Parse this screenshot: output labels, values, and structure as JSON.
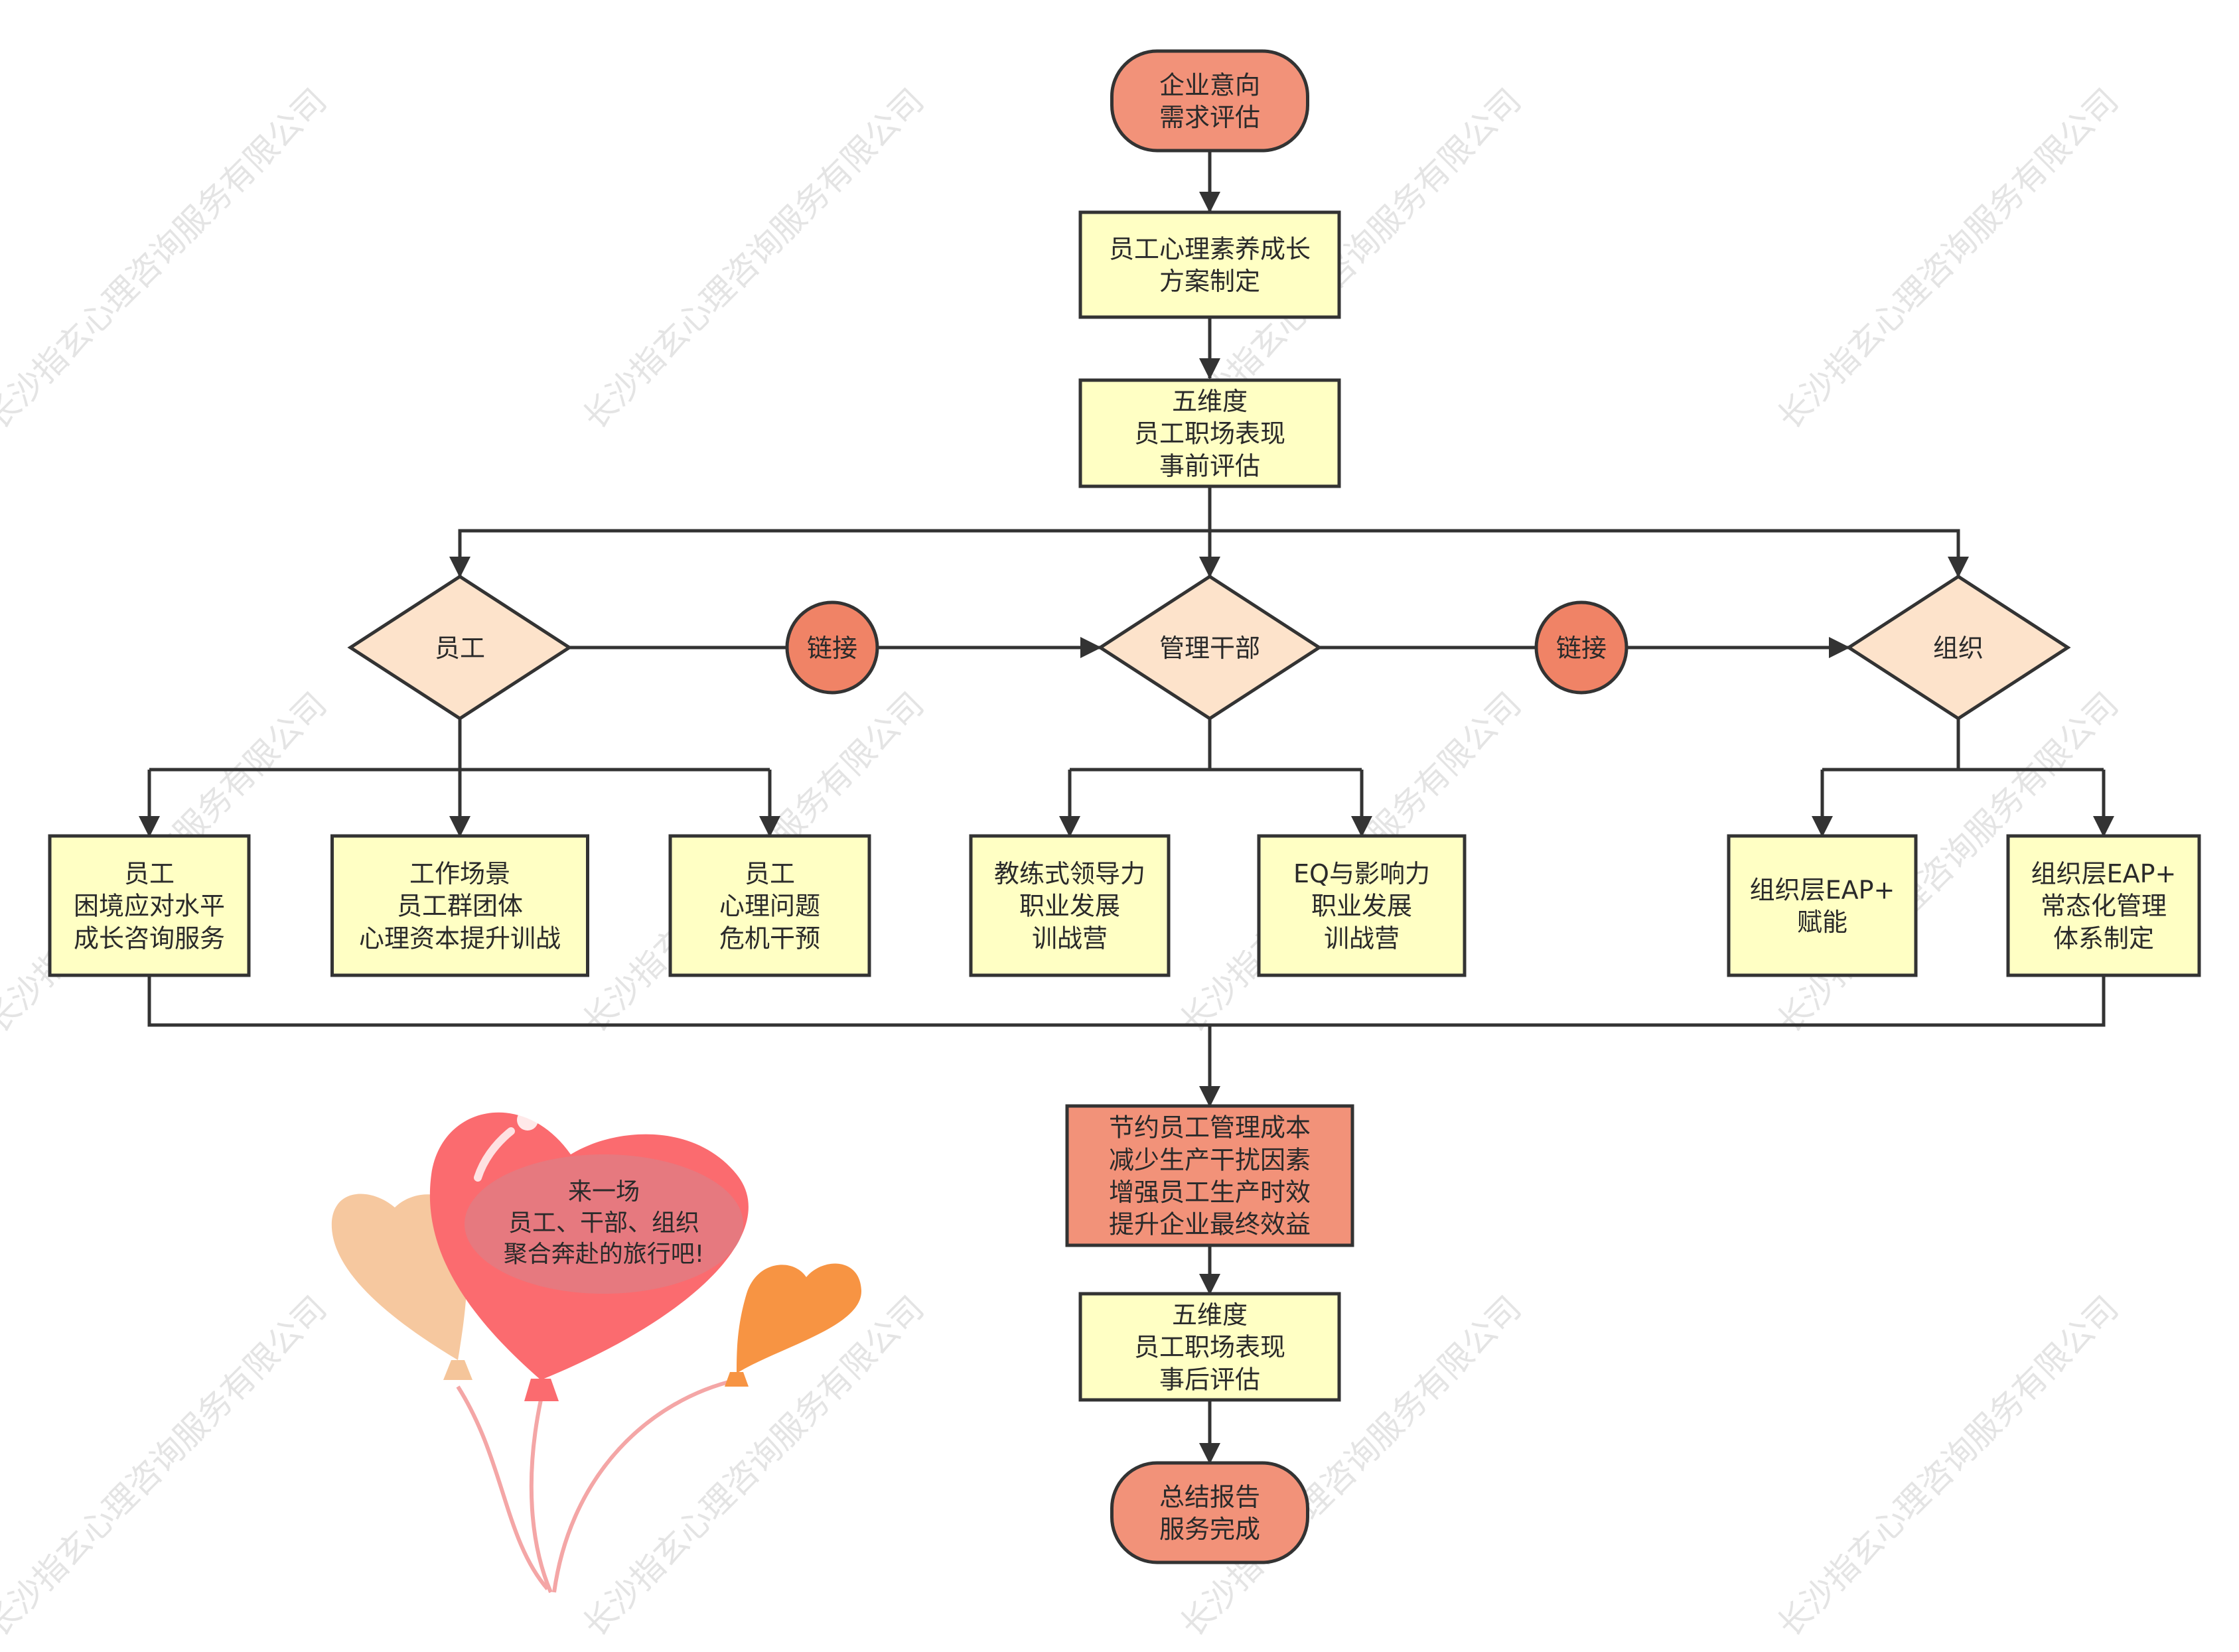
{
  "flow": {
    "start": [
      "企业意向",
      "需求评估"
    ],
    "plan": [
      "员工心理素养成长",
      "方案制定"
    ],
    "pre_eval": [
      "五维度",
      "员工职场表现",
      "事前评估"
    ],
    "branches": {
      "employee": "员工",
      "manager": "管理干部",
      "organization": "组织"
    },
    "link_left": "链接",
    "link_right": "链接",
    "employee_tasks": [
      [
        "员工",
        "困境应对水平",
        "成长咨询服务"
      ],
      [
        "工作场景",
        "员工群团体",
        "心理资本提升训战"
      ],
      [
        "员工",
        "心理问题",
        "危机干预"
      ]
    ],
    "manager_tasks": [
      [
        "教练式领导力",
        "职业发展",
        "训战营"
      ],
      [
        "EQ与影响力",
        "职业发展",
        "训战营"
      ]
    ],
    "organization_tasks": [
      [
        "组织层EAP+",
        "赋能"
      ],
      [
        "组织层EAP+",
        "常态化管理",
        "体系制定"
      ]
    ],
    "benefits": [
      "节约员工管理成本",
      "减少生产干扰因素",
      "增强员工生产时效",
      "提升企业最终效益"
    ],
    "post_eval": [
      "五维度",
      "员工职场表现",
      "事后评估"
    ],
    "end": [
      "总结报告",
      "服务完成"
    ]
  },
  "balloon": {
    "text": [
      "来一场",
      "员工、干部、组织",
      "聚合奔赴的旅行吧!"
    ]
  },
  "watermark": "长沙指玄心理咨询服务有限公司",
  "colors": {
    "terminal": "#f29279",
    "process": "#ffffc4",
    "decision": "#fde3cb",
    "link": "#f08366",
    "benefit": "#f29279",
    "edge": "#333333",
    "balloon_main": "#fb6b6f",
    "balloon_peach": "#f5c59a",
    "balloon_orange": "#f79443"
  }
}
